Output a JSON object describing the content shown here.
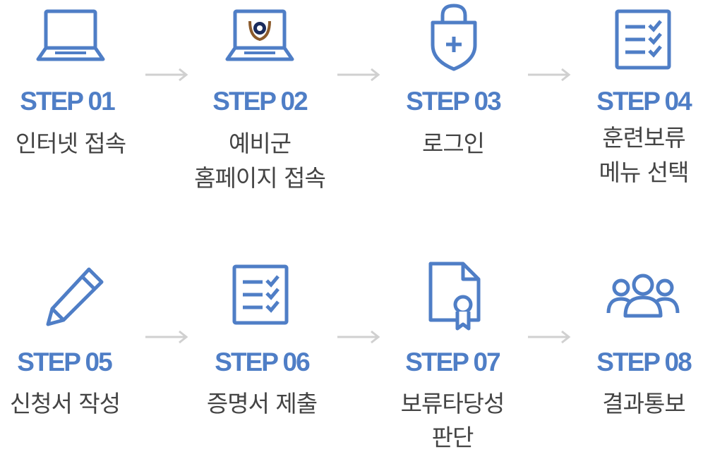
{
  "colors": {
    "accent": "#4f7ec6",
    "text": "#444444",
    "arrow": "#d0d0d0"
  },
  "steps": [
    {
      "label": "STEP 01",
      "desc": [
        "인터넷 접속"
      ],
      "icon": "laptop-icon"
    },
    {
      "label": "STEP 02",
      "desc": [
        "예비군",
        "홈페이지 접속"
      ],
      "icon": "laptop-emblem-icon"
    },
    {
      "label": "STEP 03",
      "desc": [
        "로그인"
      ],
      "icon": "shield-lock-icon"
    },
    {
      "label": "STEP 04",
      "desc": [
        "훈련보류",
        "메뉴 선택"
      ],
      "icon": "checklist-icon"
    },
    {
      "label": "STEP 05",
      "desc": [
        "신청서 작성"
      ],
      "icon": "pencil-icon"
    },
    {
      "label": "STEP 06",
      "desc": [
        "증명서 제출"
      ],
      "icon": "checklist-icon"
    },
    {
      "label": "STEP 07",
      "desc": [
        "보류타당성",
        "판단"
      ],
      "icon": "certificate-document-icon"
    },
    {
      "label": "STEP 08",
      "desc": [
        "결과통보"
      ],
      "icon": "users-group-icon"
    }
  ]
}
